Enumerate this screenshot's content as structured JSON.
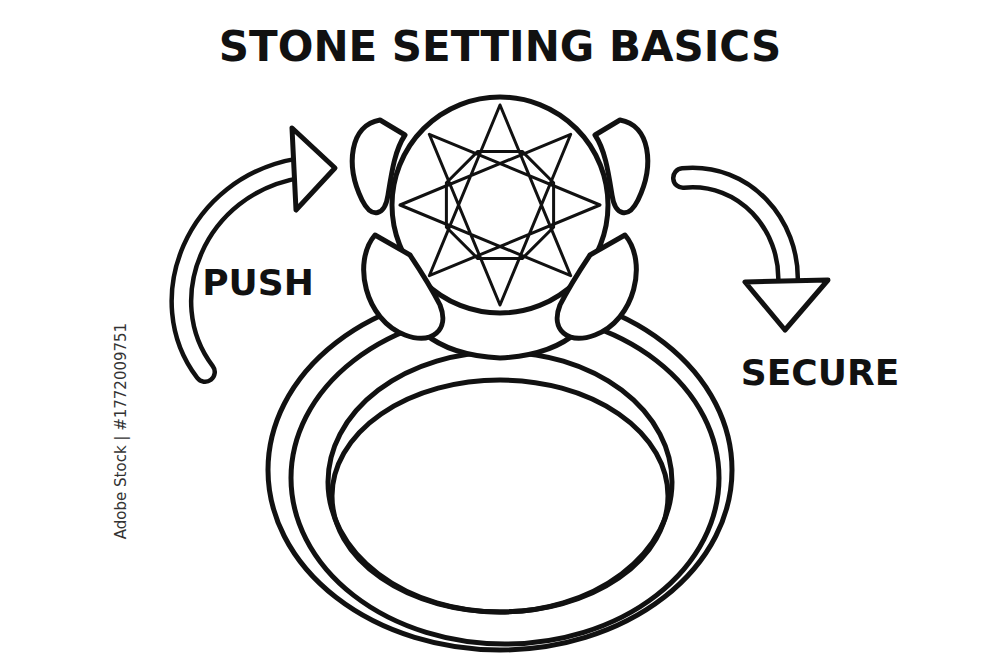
{
  "diagram": {
    "title": "STONE SETTING BASICS",
    "labels": [
      "PUSH",
      "SECURE",
      "Adobe Stock | #1772009751"
    ]
  }
}
